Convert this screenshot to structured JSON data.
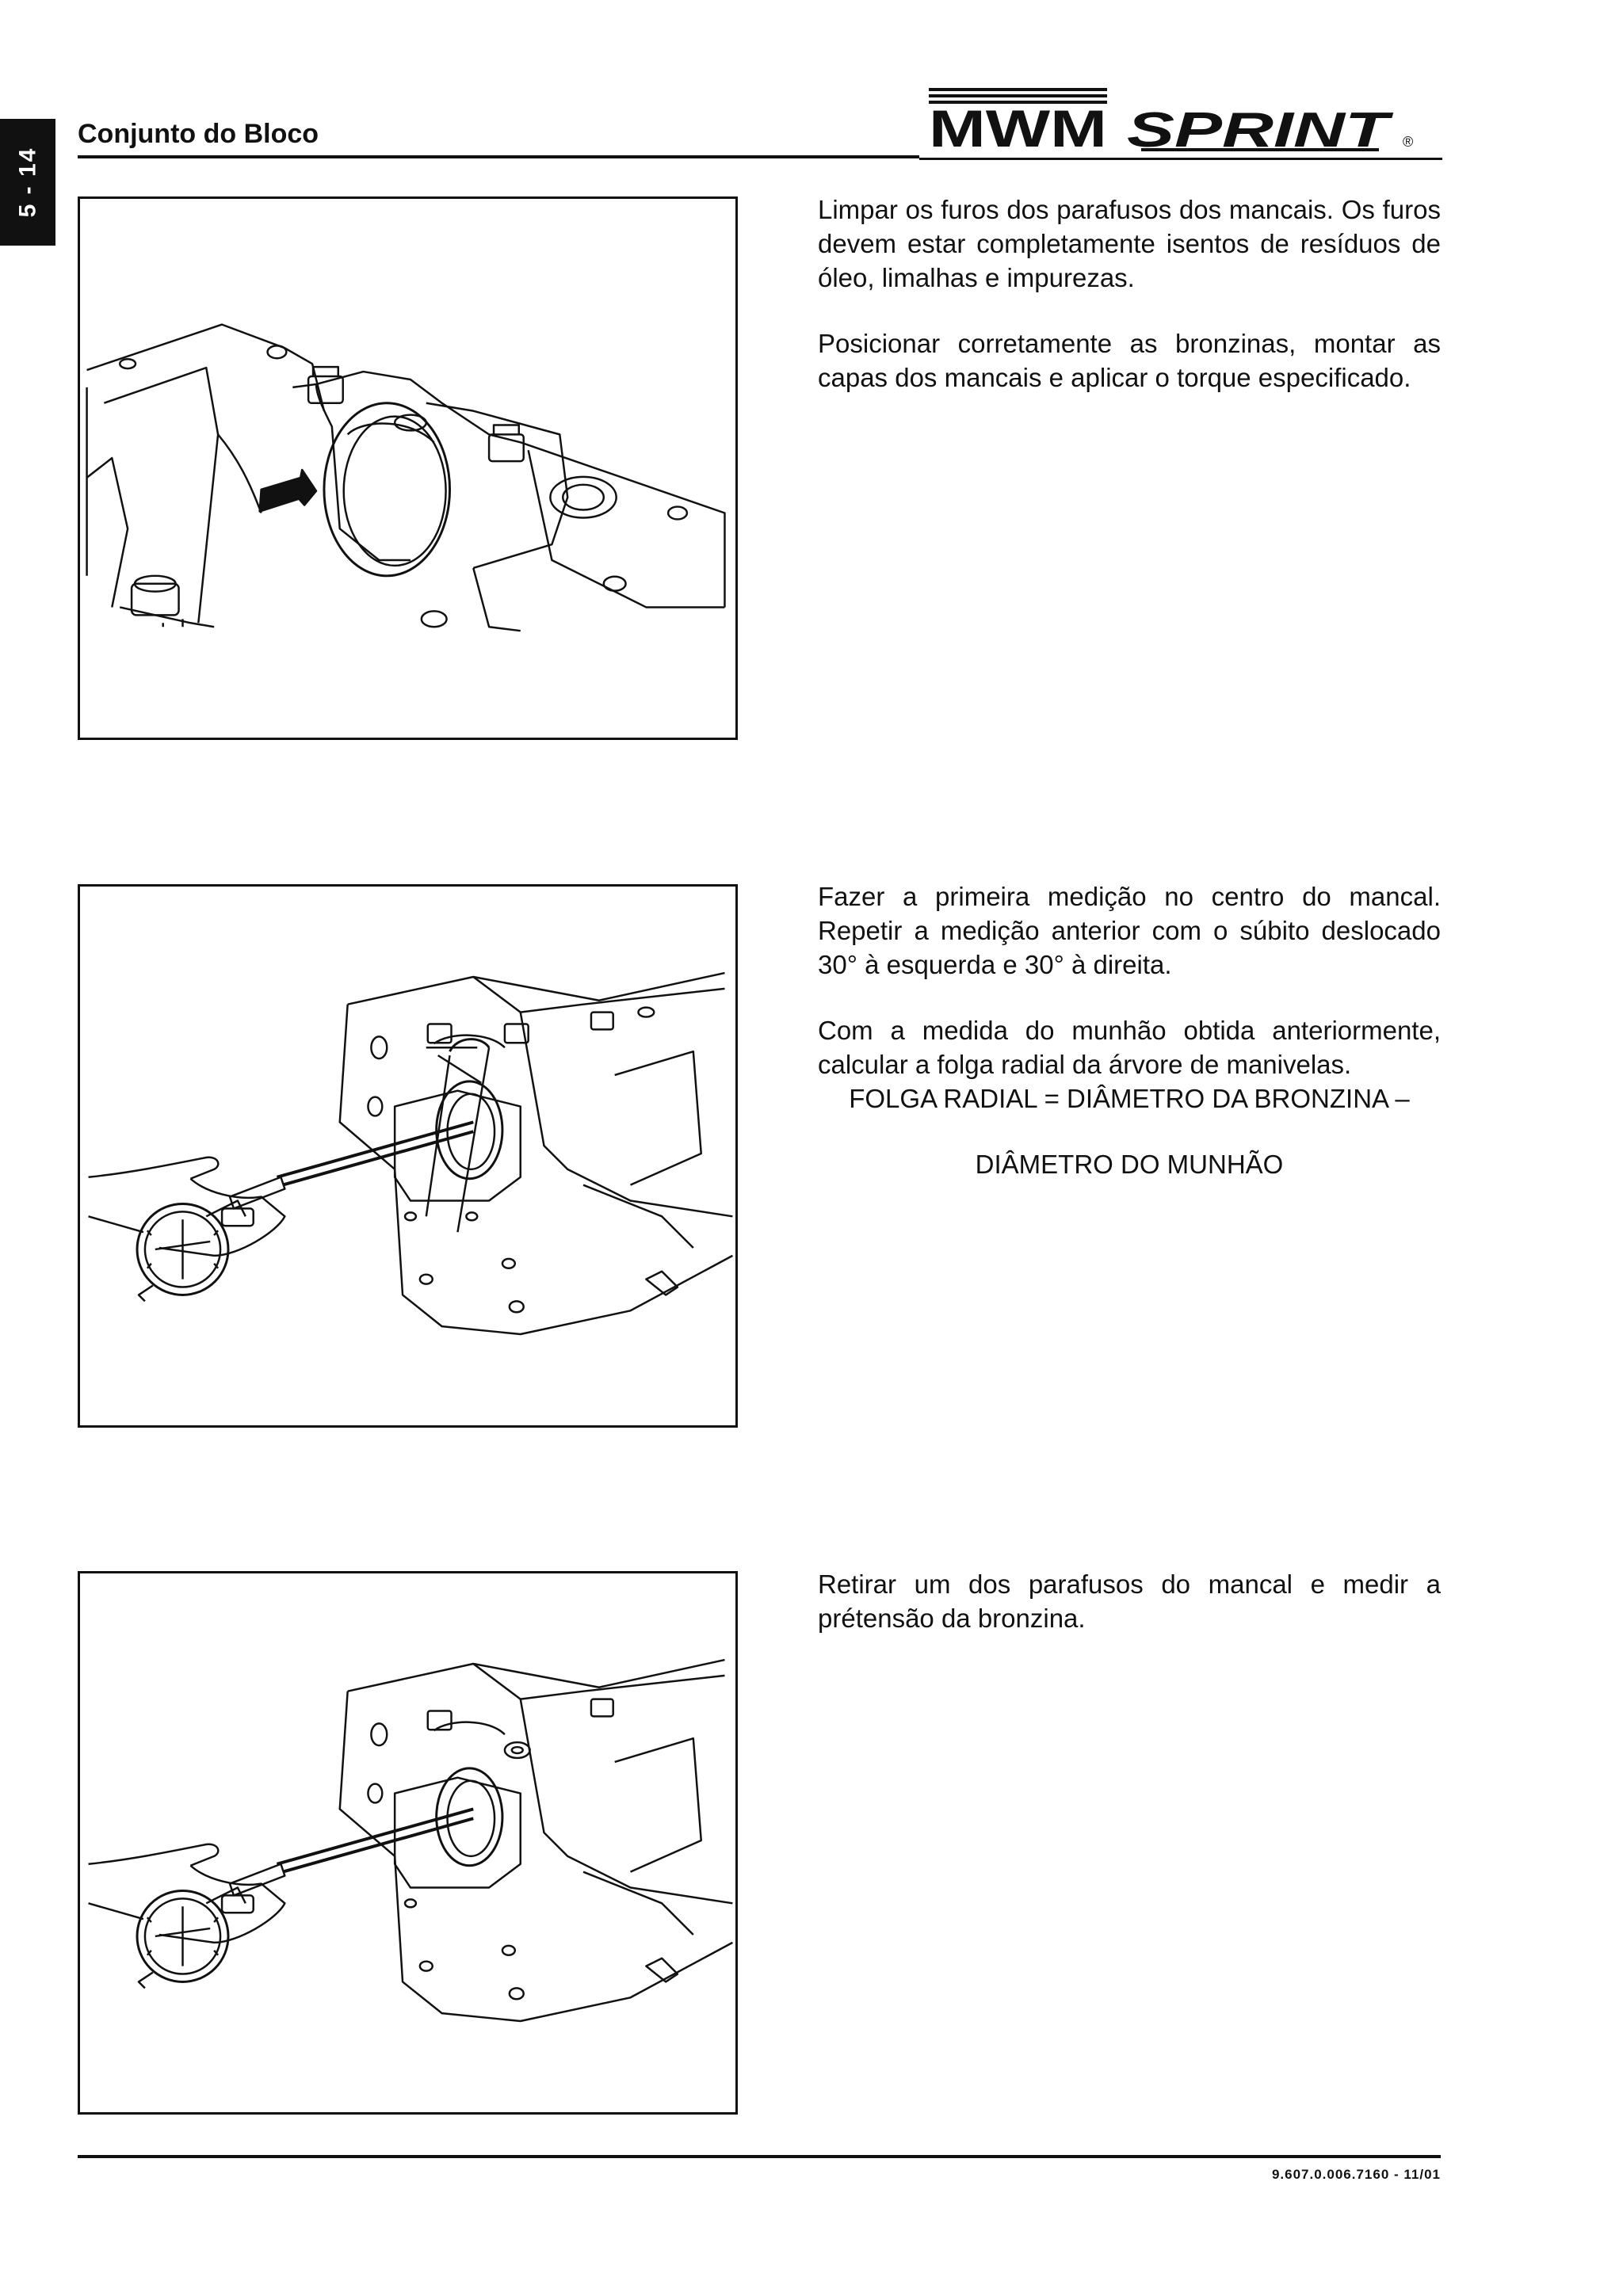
{
  "header": {
    "page_number": "5 - 14",
    "section_title": "Conjunto do Bloco",
    "brand": "MWM",
    "product": "SPRINT",
    "registered": "®"
  },
  "blocks": [
    {
      "paragraphs": [
        "Limpar os furos dos parafusos dos mancais. Os furos devem estar completamente isentos de resíduos de óleo, limalhas e impurezas.",
        "Posicionar corretamente as bronzinas, montar as capas dos mancais e aplicar o torque especificado."
      ]
    },
    {
      "paragraphs": [
        "Fazer a primeira medição no centro do mancal. Repetir a medição anterior com o súbito deslocado 30° à esquerda e 30° à direita.",
        "Com a medida do munhão obtida anteriormente, calcular a folga radial da árvore de manivelas."
      ],
      "formula": [
        "FOLGA RADIAL = DIÂMETRO DA BRONZINA –",
        "DIÂMETRO DO MUNHÃO"
      ]
    },
    {
      "paragraphs": [
        "Retirar um dos parafusos do mancal e medir a prétensão da bronzina."
      ]
    }
  ],
  "footer": {
    "doc_code": "9.607.0.006.7160  -  11/01"
  }
}
